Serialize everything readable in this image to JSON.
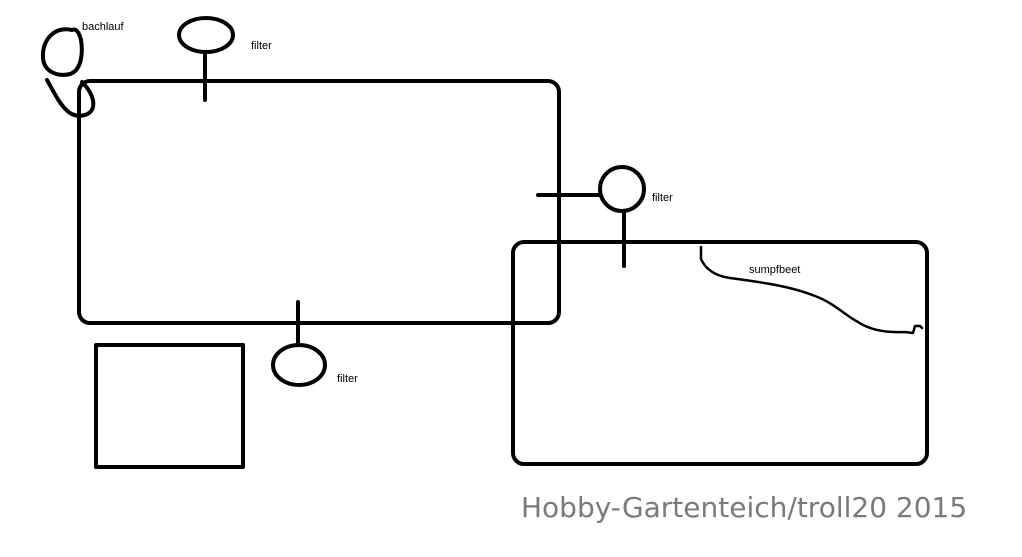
{
  "labels": {
    "bachlauf": "bachlauf",
    "filter_top": "filter",
    "filter_right": "filter",
    "filter_bottom": "filter",
    "sumpfbeet": "sumpfbeet"
  },
  "watermark": "Hobby-Gartenteich/troll20 2015",
  "colors": {
    "stroke": "#000000",
    "background": "#ffffff",
    "watermark": "#7a7a7a"
  }
}
